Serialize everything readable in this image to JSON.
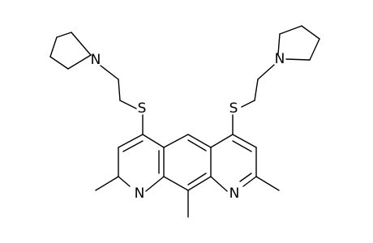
{
  "molecule": {
    "atoms": {
      "n_pyrrolidine_left": "N",
      "n_pyrrolidine_right": "N",
      "s_left": "S",
      "s_right": "S",
      "n_ring_left": "N",
      "n_ring_right": "N"
    },
    "colors": {
      "bond": "#000000",
      "background": "#ffffff"
    }
  }
}
